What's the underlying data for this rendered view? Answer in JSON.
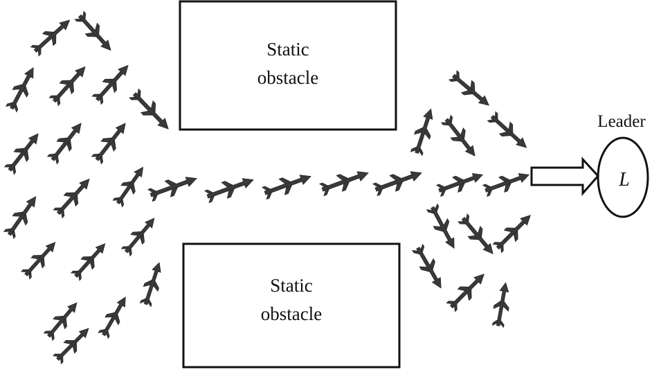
{
  "obstacles": {
    "top": {
      "line1": "Static",
      "line2": "obstacle"
    },
    "bottom": {
      "line1": "Static",
      "line2": "obstacle"
    }
  },
  "leader": {
    "caption": "Leader",
    "symbol": "L"
  },
  "agent_icon": "airplane-icon",
  "colors": {
    "agent": "#3a3a3a",
    "outline": "#111111",
    "background": "#ffffff"
  }
}
